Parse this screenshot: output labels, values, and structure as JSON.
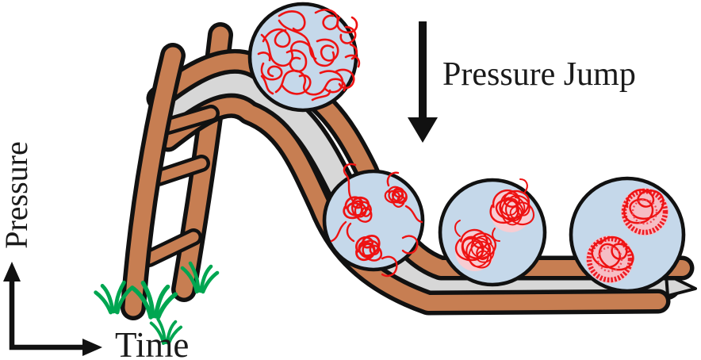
{
  "labels": {
    "pressure_axis": "Pressure",
    "time_axis": "Time",
    "pressure_jump": "Pressure Jump"
  },
  "insets": [
    {
      "name": "extended-coils-inset",
      "position": "top-of-slide"
    },
    {
      "name": "collapsing-chains-inset",
      "position": "upper-slide"
    },
    {
      "name": "compact-aggregates-inset",
      "position": "bottom-of-slide"
    },
    {
      "name": "dense-globules-inset",
      "position": "slide-runout"
    }
  ],
  "palette": {
    "background": "#FFFFFF",
    "outline_black": "#111111",
    "text_black": "#1A1A1A",
    "slide_brown": "#C77E52",
    "slide_bed_gray": "#D7D7D7",
    "inset_blue": "#C5D8EA",
    "chain_red": "#EE1212",
    "aggregate_pink": "#F8CCD2",
    "globule_pink": "#F6BDC4",
    "globule_ring_red": "#ED1C24",
    "grass_green": "#00A651"
  }
}
